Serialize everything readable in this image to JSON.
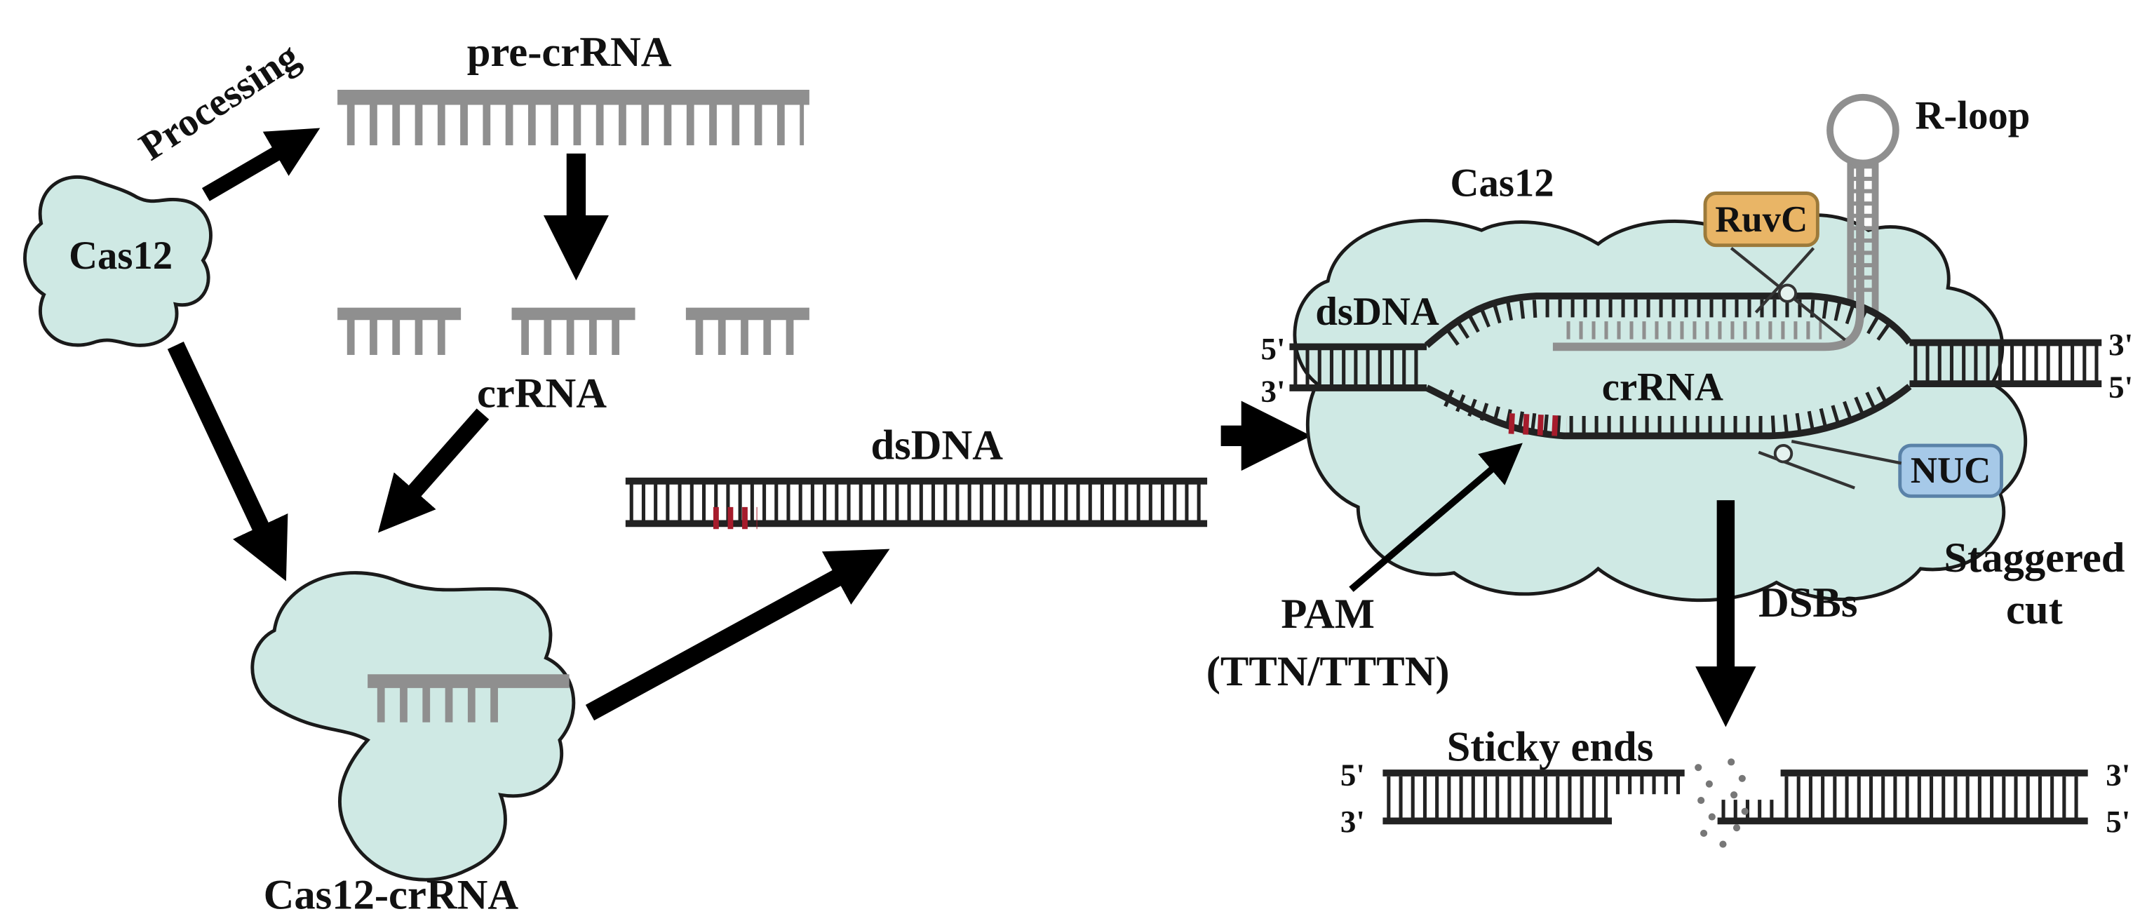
{
  "figure": {
    "title": "Cas12 CRISPR mechanism diagram"
  },
  "labels": {
    "processing": "Processing",
    "pre_crrna": "pre-crRNA",
    "cas12_left": "Cas12",
    "crrna": "crRNA",
    "cas12_crrna_complex": "Cas12-crRNA",
    "dsdna_mid": "dsDNA",
    "cas12_right": "Cas12",
    "dsdna_right": "dsDNA",
    "crrna_complex": "crRNA",
    "ruvc": "RuvC",
    "nuc": "NUC",
    "r_loop": "R-loop",
    "pam_line1": "PAM",
    "pam_line2": "(TTN/TTTN)",
    "dsbs": "DSBs",
    "staggered_line1": "Staggered",
    "staggered_line2": "cut",
    "sticky_ends": "Sticky ends",
    "five_prime": "5'",
    "three_prime": "3'"
  },
  "colors": {
    "protein_fill": "#cfe9e4",
    "protein_stroke": "#1a1a1a",
    "rna_gray": "#8f8f8f",
    "dna_black": "#222222",
    "pam_red": "#a61c2c",
    "ruvc_fill": "#e9b566",
    "nuc_fill": "#a6c9e8",
    "arrow": "#000000"
  }
}
